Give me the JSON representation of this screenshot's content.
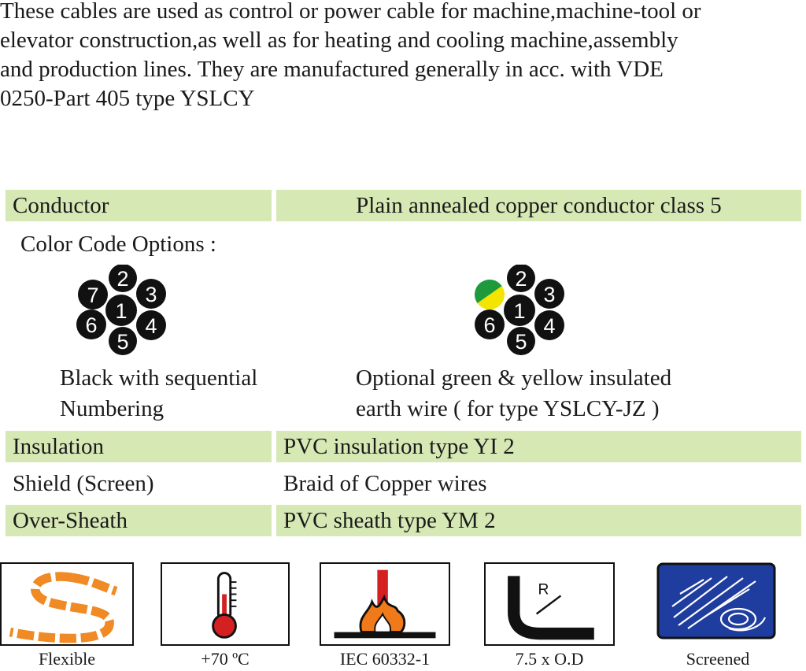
{
  "intro": {
    "line1": "These cables are used as control or power cable for machine,machine-tool or",
    "line2": "elevator construction,as well as for heating and cooling machine,assembly",
    "line3": "and production lines. They are manufactured generally in acc. with VDE",
    "line4": "0250-Part 405 type YSLCY"
  },
  "conductor": {
    "label": "Conductor",
    "value": "Plain annealed copper conductor class 5"
  },
  "color_code": {
    "title": "Color Code Options :",
    "option_black": {
      "caption_line1": "Black with sequential",
      "caption_line2": "Numbering",
      "core_numbers": [
        "1",
        "2",
        "3",
        "4",
        "5",
        "6",
        "7"
      ]
    },
    "option_earth": {
      "caption_line1": "Optional green & yellow insulated",
      "caption_line2": "earth wire ( for type YSLCY-JZ )",
      "core_numbers": [
        "1",
        "2",
        "3",
        "4",
        "5",
        "6"
      ]
    },
    "colors": {
      "core": "#111111",
      "number": "#ffffff",
      "earth_green": "#1e9a3c",
      "earth_yellow": "#f3e500"
    }
  },
  "insulation": {
    "label": "Insulation",
    "value": "PVC insulation type YI 2"
  },
  "shield": {
    "label": "Shield (Screen)",
    "value": "Braid of Copper wires"
  },
  "sheath": {
    "label": "Over-Sheath",
    "value": "PVC sheath type YM 2"
  },
  "icons": [
    {
      "name": "flexible-icon",
      "caption": "Flexible"
    },
    {
      "name": "thermometer-icon",
      "caption": "+70 ºC"
    },
    {
      "name": "flame-icon",
      "caption": "IEC 60332-1"
    },
    {
      "name": "bend-radius-icon",
      "caption": "7.5 x O.D",
      "symbol": "R"
    },
    {
      "name": "screened-icon",
      "caption": "Screened"
    }
  ],
  "colors": {
    "row_green": "#d6e8b4",
    "flexible_orange": "#f08a24",
    "thermo_red": "#d42020",
    "flame_orange": "#f07a1a",
    "screen_blue": "#1f3d9e"
  }
}
